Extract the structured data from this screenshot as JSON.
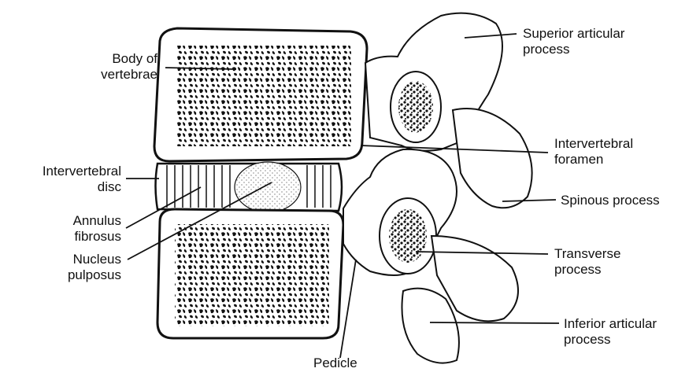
{
  "labels": {
    "body_of_vertebrae": "Body of\nvertebrae",
    "intervertebral_disc": "Intervertebral\ndisc",
    "annulus_fibrosus": "Annulus\nfibrosus",
    "nucleus_pulposus": "Nucleus\npulposus",
    "superior_articular_process": "Superior articular\nprocess",
    "intervertebral_foramen": "Intervertebral\nforamen",
    "spinous_process": "Spinous process",
    "transverse_process": "Transverse\nprocess",
    "inferior_articular_process": "Inferior articular\nprocess",
    "pedicle": "Pedicle"
  },
  "colors": {
    "ink": "#111111",
    "paper": "#ffffff"
  }
}
